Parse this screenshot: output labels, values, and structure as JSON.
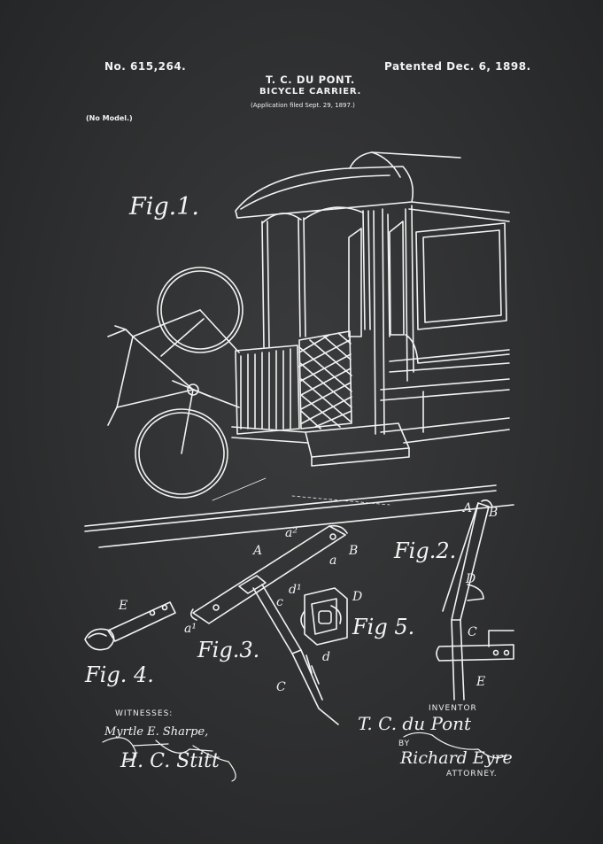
{
  "header": {
    "patent_number": "No. 615,264.",
    "patent_date": "Patented Dec. 6, 1898.",
    "inventor_name": "T. C. DU PONT.",
    "invention_title": "BICYCLE CARRIER.",
    "application_note": "(Application filed Sept. 29, 1897.)",
    "model_note": "(No Model.)"
  },
  "figures": {
    "fig1": "Fig.1.",
    "fig2": "Fig.2.",
    "fig3": "Fig.3.",
    "fig4": "Fig. 4.",
    "fig5": "Fig 5."
  },
  "part_labels": {
    "A_fig3": "A",
    "a2_top": "a²",
    "B_fig3": "B",
    "a_fig3": "a",
    "c_fig3": "c",
    "a1_fig3": "a¹",
    "C_fig3": "C",
    "E_fig4": "E",
    "D_fig5": "D",
    "d1_fig5": "d¹",
    "d_fig5": "d",
    "A_fig2": "A",
    "B_fig2": "B",
    "D_fig2": "D",
    "C_fig2": "C",
    "E_fig2": "E"
  },
  "footer": {
    "witnesses_label": "WITNESSES:",
    "witness_1": "Myrtle E. Sharpe,",
    "witness_2": "H. C. Stitt",
    "inventor_label": "INVENTOR",
    "inventor_signature": "T. C. du Pont",
    "by_label": "BY",
    "attorney_signature": "Richard Eyre",
    "attorney_label": "ATTORNEY."
  },
  "colors": {
    "background": "#2e2f30",
    "ink": "#f2f2f2"
  }
}
